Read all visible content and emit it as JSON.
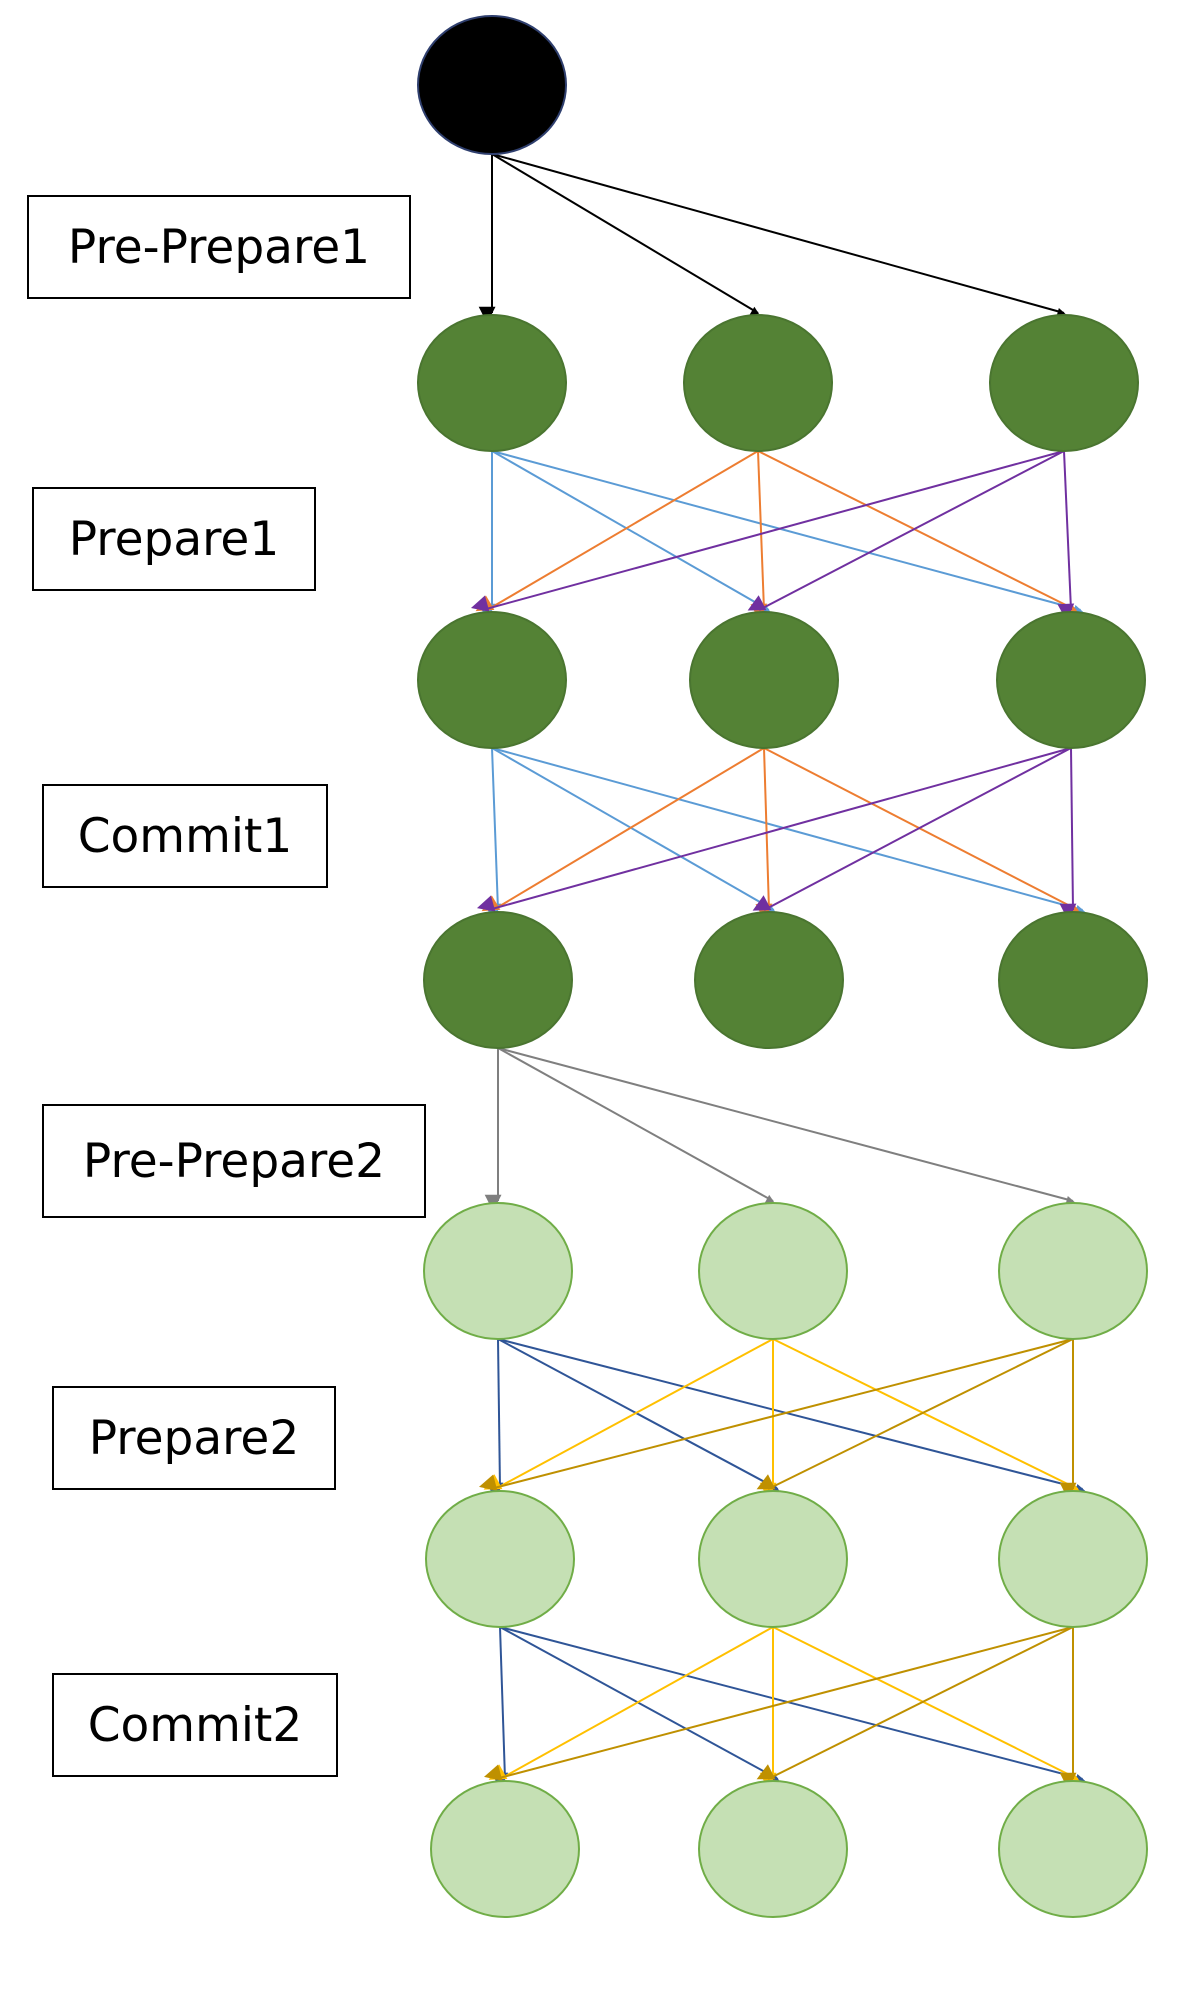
{
  "diagram": {
    "phases": [
      {
        "id": "pre-prepare-1",
        "label": "Pre-Prepare1"
      },
      {
        "id": "prepare-1",
        "label": "Prepare1"
      },
      {
        "id": "commit-1",
        "label": "Commit1"
      },
      {
        "id": "pre-prepare-2",
        "label": "Pre-Prepare2"
      },
      {
        "id": "prepare-2",
        "label": "Prepare2"
      },
      {
        "id": "commit-2",
        "label": "Commit2"
      }
    ],
    "node_colors": {
      "client_fill": "#000000",
      "client_stroke": "#2f3f6e",
      "round1_fill": "#548235",
      "round1_stroke": "#4a7530",
      "round2_fill": "#c5e0b4",
      "round2_stroke": "#70ad47"
    },
    "edge_colors": {
      "request": "#000000",
      "round1_sender_left": "#5b9bd5",
      "round1_sender_middle": "#ed7d31",
      "round1_sender_right": "#7030a0",
      "round2_request": "#7f7f7f",
      "round2_sender_left": "#2f5597",
      "round2_sender_middle": "#ffc000",
      "round2_sender_right": "#bf9000"
    }
  }
}
